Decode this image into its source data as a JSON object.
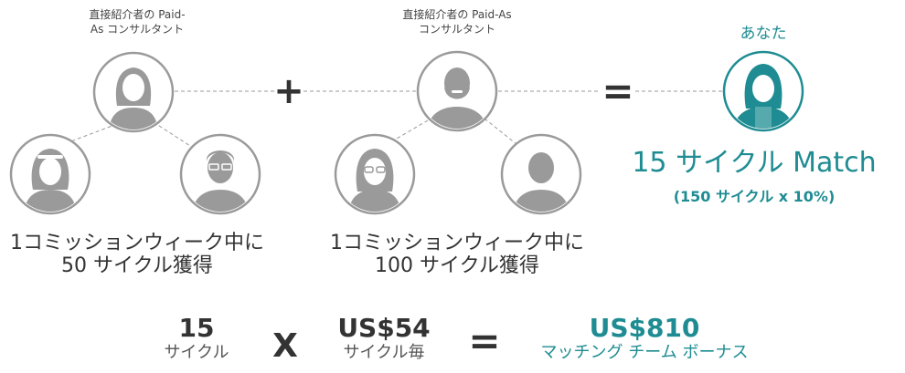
{
  "colors": {
    "accent": "#1e8c92",
    "avatar_gray": "#9a9a9a",
    "text": "#333333"
  },
  "group1": {
    "label_line1": "直接紹介者の Paid-",
    "label_line2": "As コンサルタント",
    "caption_line1": "1コミッションウィーク中に",
    "caption_line2": "50 サイクル獲得",
    "avatars": [
      "woman-avatar-icon",
      "woman-headband-avatar-icon",
      "man-glasses-avatar-icon"
    ]
  },
  "plus_symbol": "+",
  "group2": {
    "label_line1": "直接紹介者の Paid-As",
    "label_line2": "コンサルタント",
    "caption_line1": "1コミッションウィーク中に",
    "caption_line2": "100 サイクル獲得",
    "avatars": [
      "man-beard-avatar-icon",
      "woman-glasses-avatar-icon",
      "man-avatar-icon"
    ]
  },
  "equals_symbol": "=",
  "you": {
    "label": "あなた",
    "result": "15 サイクル Match",
    "formula": "(150 サイクル x 10%)"
  },
  "calc": {
    "cycles_value": "15",
    "cycles_unit": "サイクル",
    "times": "X",
    "rate_value": "US$54",
    "rate_unit": "サイクル毎",
    "equals": "=",
    "total_value": "US$810",
    "total_label": "マッチング チーム ボーナス"
  }
}
